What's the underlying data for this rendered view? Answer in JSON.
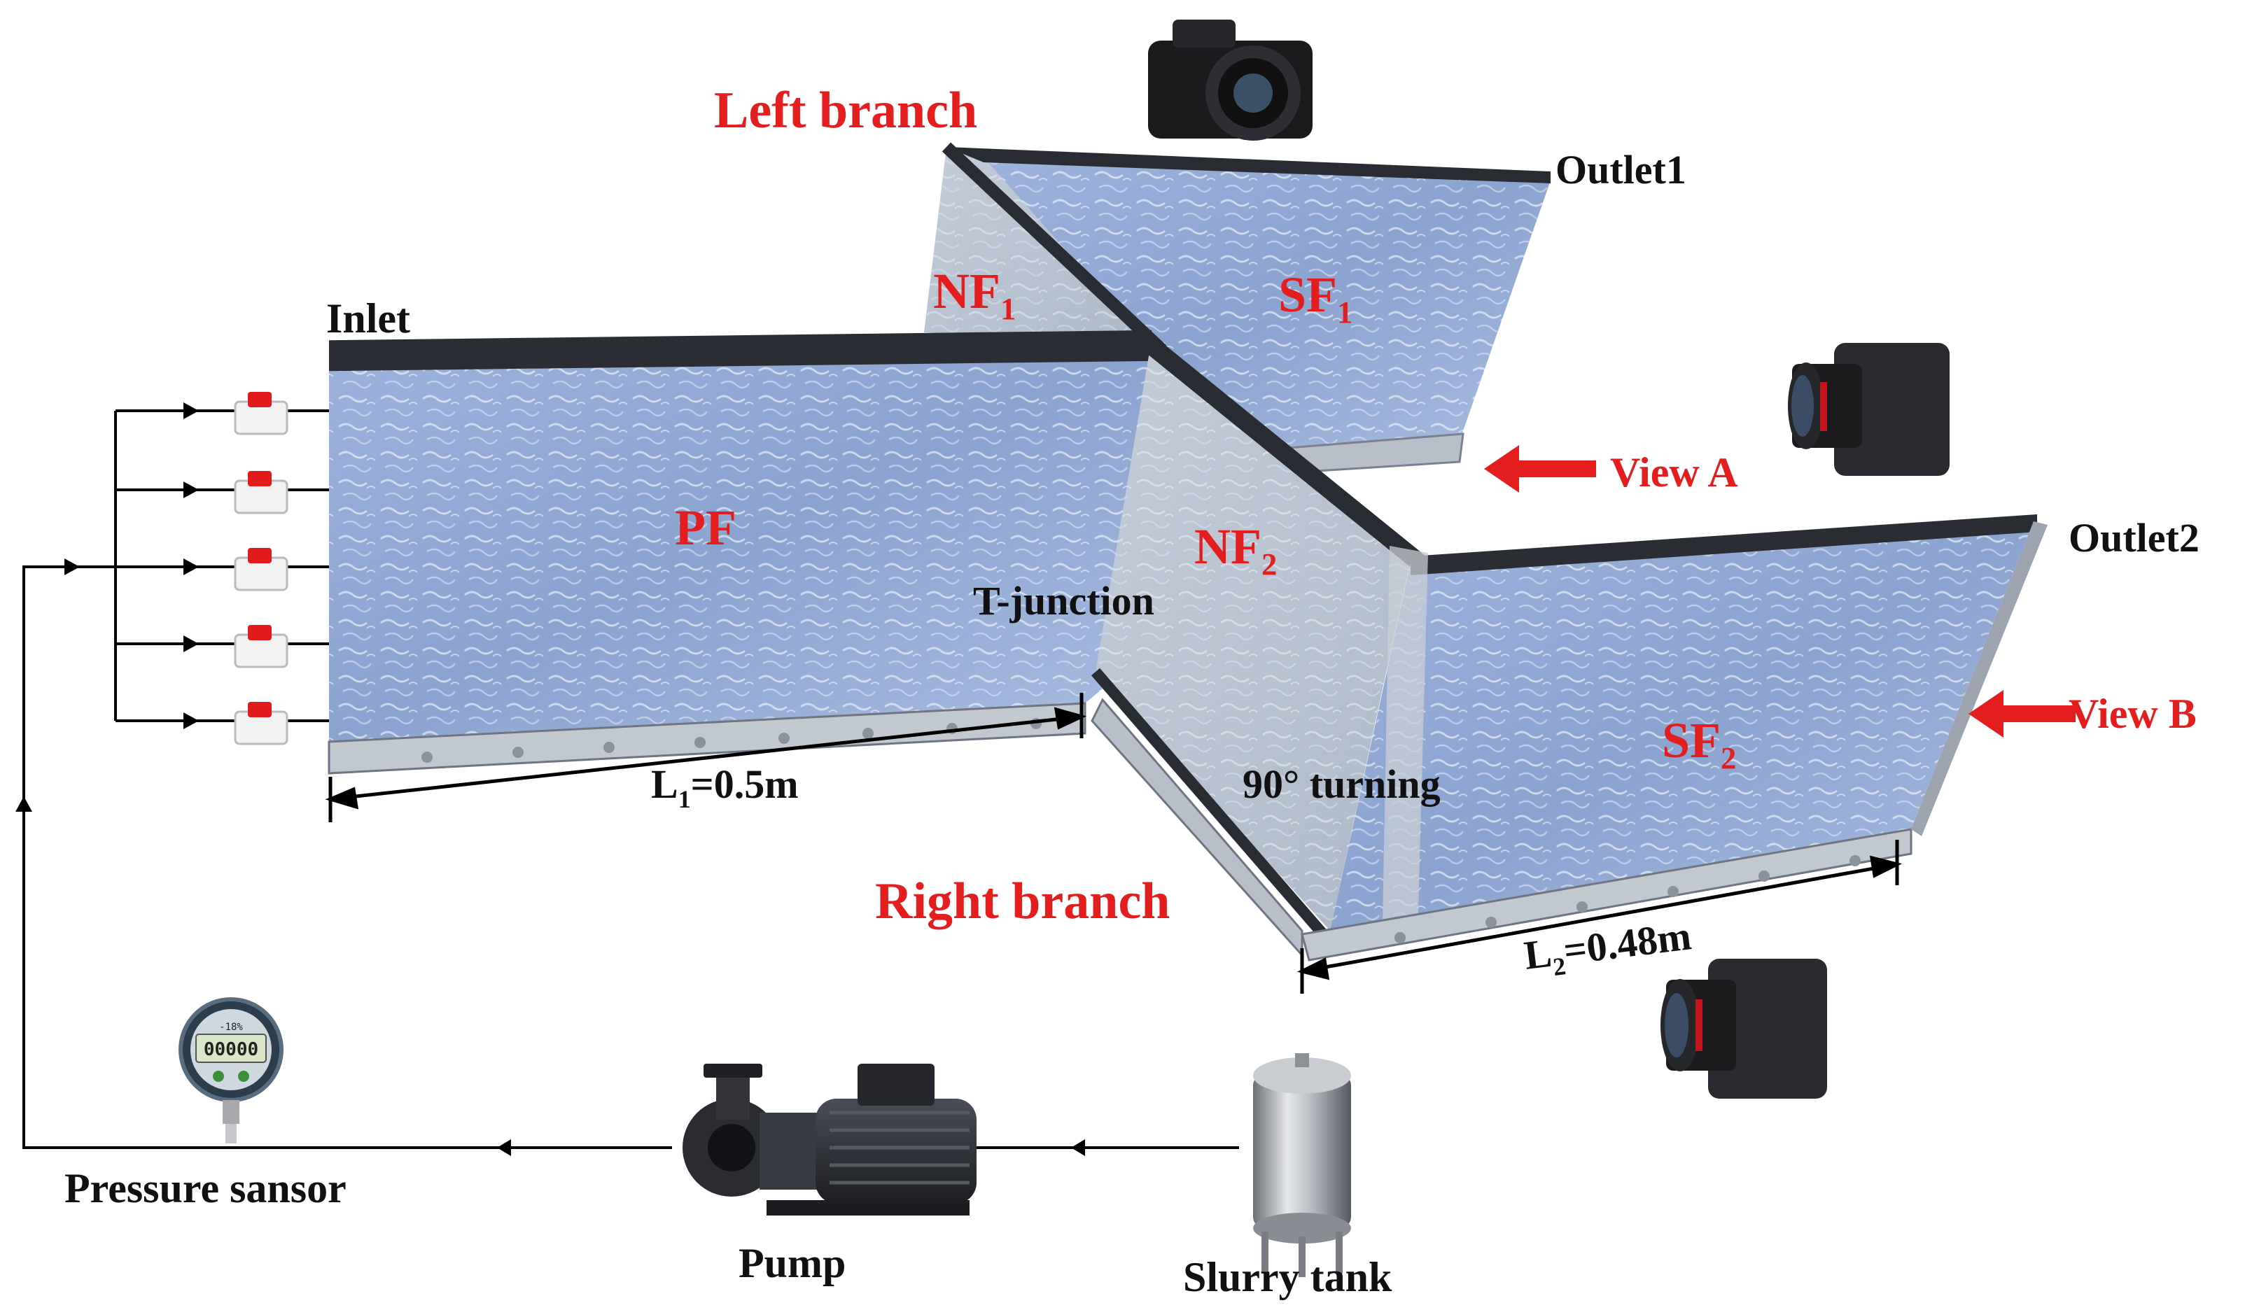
{
  "labels": {
    "left_branch": "Left branch",
    "right_branch": "Right branch",
    "outlet1": "Outlet1",
    "outlet2": "Outlet2",
    "inlet": "Inlet",
    "view_a": "View A",
    "view_b": "View B",
    "pf": "PF",
    "nf1": {
      "base": "NF",
      "sub": "1"
    },
    "nf2": {
      "base": "NF",
      "sub": "2"
    },
    "sf1": {
      "base": "SF",
      "sub": "1"
    },
    "sf2": {
      "base": "SF",
      "sub": "2"
    },
    "t_junction": "T-junction",
    "turning": "90° turning",
    "l1": {
      "base": "L",
      "sub": "1",
      "rest": "=0.5m"
    },
    "l2": {
      "base": "L",
      "sub": "2",
      "rest": "=0.48m"
    },
    "pressure_sensor": "Pressure sansor",
    "pump": "Pump",
    "slurry_tank": "Slurry tank",
    "gauge_top": "-18%",
    "gauge_readout": "00000"
  },
  "colors": {
    "accent_red": "#e41e1e",
    "text_black": "#111111",
    "water_blue": "#8aa3cf",
    "frame_steel": "#b9bfc8",
    "frame_dark": "#2a2c33"
  }
}
